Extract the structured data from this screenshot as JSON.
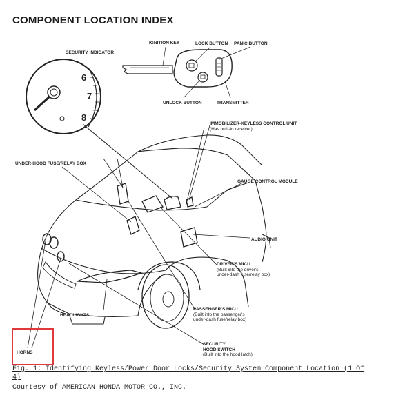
{
  "title": "COMPONENT LOCATION INDEX",
  "labels": {
    "security_indicator": "SECURITY INDICATOR",
    "ignition_key": "IGNITION KEY",
    "lock_button": "LOCK BUTTON",
    "panic_button": "PANIC BUTTON",
    "unlock_button": "UNLOCK BUTTON",
    "transmitter": "TRANSMITTER",
    "immobilizer": "IMMOBILIZER-KEYLESS CONTROL UNIT",
    "immobilizer_note": "(Has built-in receiver)",
    "under_hood_fuse": "UNDER-HOOD FUSE/RELAY BOX",
    "gauge_control": "GAUGE CONTROL MODULE",
    "audio_unit": "AUDIO UNIT",
    "drivers_micu": "DRIVER'S MICU",
    "drivers_micu_note1": "(Built into the driver's",
    "drivers_micu_note2": "under-dash fuse/relay box)",
    "headlights": "HEADLIGHTS",
    "passengers_micu": "PASSENGER'S MICU",
    "passengers_micu_note1": "(Built into the passenger's",
    "passengers_micu_note2": "under-dash fuse/relay box)",
    "security": "SECURITY",
    "hood_switch": "HOOD SWITCH",
    "hood_switch_note": "(Built into the hood latch)",
    "horns": "HORNS"
  },
  "gauge_numbers": [
    "6",
    "7",
    "8"
  ],
  "caption": {
    "line1": "Fig. 1: Identifying Keyless/Power Door Locks/Security System Component Location (1 Of",
    "line2": "4)"
  },
  "credit": "Courtesy of AMERICAN HONDA MOTOR CO., INC.",
  "colors": {
    "highlight": "#e0393c",
    "ink": "#222222"
  }
}
